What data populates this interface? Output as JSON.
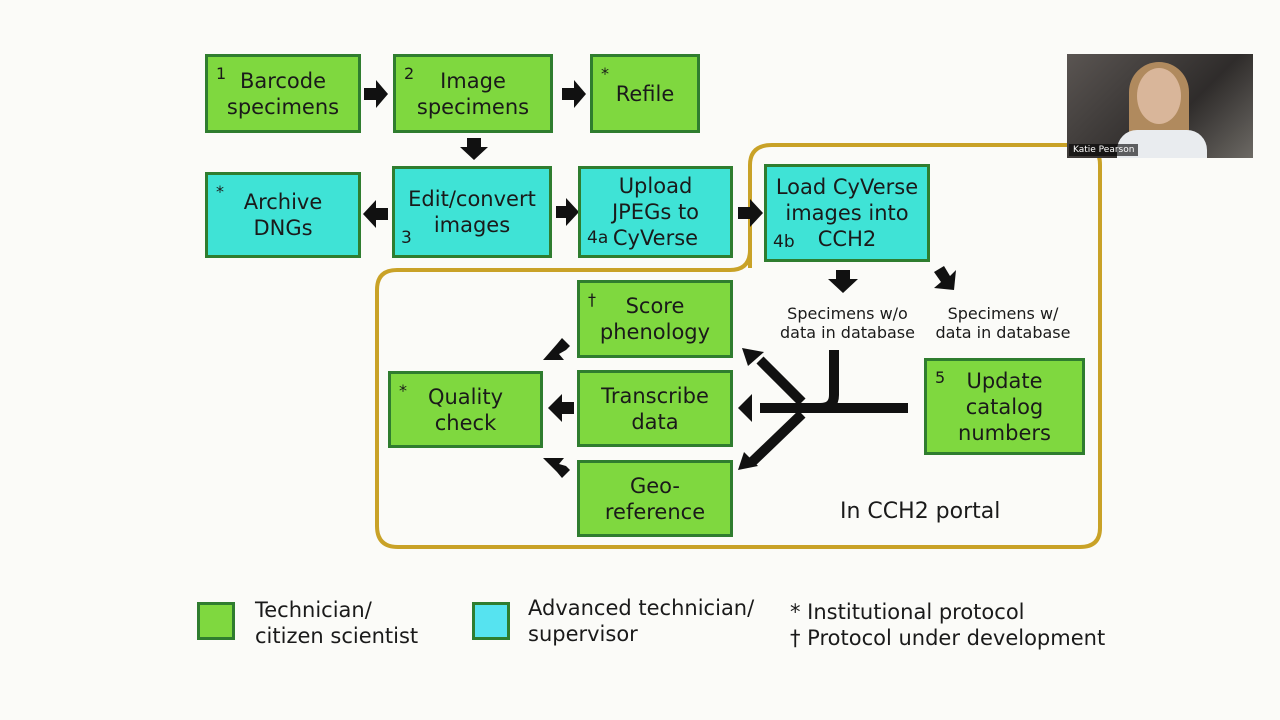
{
  "boxes": {
    "barcode": {
      "num": "1",
      "label": "Barcode\nspecimens"
    },
    "image": {
      "num": "2",
      "label": "Image\nspecimens"
    },
    "refile": {
      "num": "*",
      "label": "Refile"
    },
    "archive": {
      "num": "*",
      "label": "Archive\nDNGs"
    },
    "edit": {
      "num": "3",
      "label": "Edit/convert\nimages"
    },
    "upload": {
      "num": "4a",
      "label": "Upload\nJPEGs to\nCyVerse"
    },
    "load": {
      "num": "4b",
      "label": "Load CyVerse\nimages into\nCCH2"
    },
    "score": {
      "num": "†",
      "label": "Score\nphenology"
    },
    "transcribe": {
      "num": "",
      "label": "Transcribe\ndata"
    },
    "geo": {
      "num": "",
      "label": "Geo-\nreference"
    },
    "quality": {
      "num": "*",
      "label": "Quality\ncheck"
    },
    "update": {
      "num": "5",
      "label": "Update\ncatalog\nnumbers"
    }
  },
  "notes": {
    "without": "Specimens w/o\ndata in database",
    "with": "Specimens w/\ndata in database"
  },
  "portal_label": "In CCH2 portal",
  "legend": {
    "technician": "Technician/\ncitizen scientist",
    "advanced": "Advanced technician/\nsupervisor",
    "institutional": "* Institutional protocol",
    "development": "† Protocol under development"
  },
  "colors": {
    "green": "#7fd83f",
    "cyan": "#3fe3d6",
    "legend_cyan": "#56e3f0",
    "border": "#2f7d2f",
    "portal_outline": "#c9a227"
  },
  "webcam": {
    "name": "Katie Pearson"
  }
}
